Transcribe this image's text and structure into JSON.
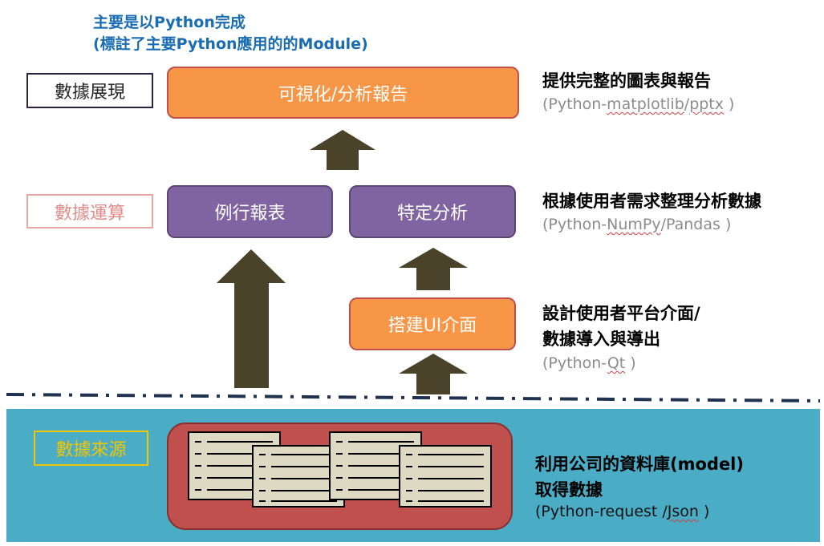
{
  "header_note": {
    "line1": "主要是以Python完成",
    "line2": "(標註了主要Python應用的的Module)"
  },
  "layers": {
    "presentation": "數據展現",
    "computation": "數據運算",
    "source": "數據來源"
  },
  "boxes": {
    "visualization": "可視化/分析報告",
    "routine_report": "例行報表",
    "specific_analysis": "特定分析",
    "ui_build": "搭建UI介面"
  },
  "descriptions": {
    "presentation": {
      "title": "提供完整的圖表與報告",
      "modules_prefix": "(Python-",
      "module_a": "matplotlib",
      "sep": "/",
      "module_b": "pptx",
      "suffix": " )"
    },
    "computation": {
      "title": "根據使用者需求整理分析數據",
      "modules_prefix": "(Python-",
      "module_a": "NumPy",
      "sep": "/Pandas )"
    },
    "ui": {
      "title_line1": "設計使用者平台介面/",
      "title_line2": "數據導入與導出",
      "modules_prefix": "(Python-",
      "module_a": "Qt",
      "suffix": " )"
    },
    "source": {
      "title_line1": "利用公司的資料庫(model)",
      "title_line2": "取得數據",
      "modules_prefix": "(Python-request /",
      "module_a": "Json",
      "suffix": " )"
    }
  },
  "colors": {
    "orange": "#f79646",
    "purple": "#8064a2",
    "arrow": "#4a432a",
    "source_band": "#4bacc6",
    "database_panel": "#c0504d",
    "document": "#ddd9c3",
    "header_note": "#1a6cb3"
  }
}
